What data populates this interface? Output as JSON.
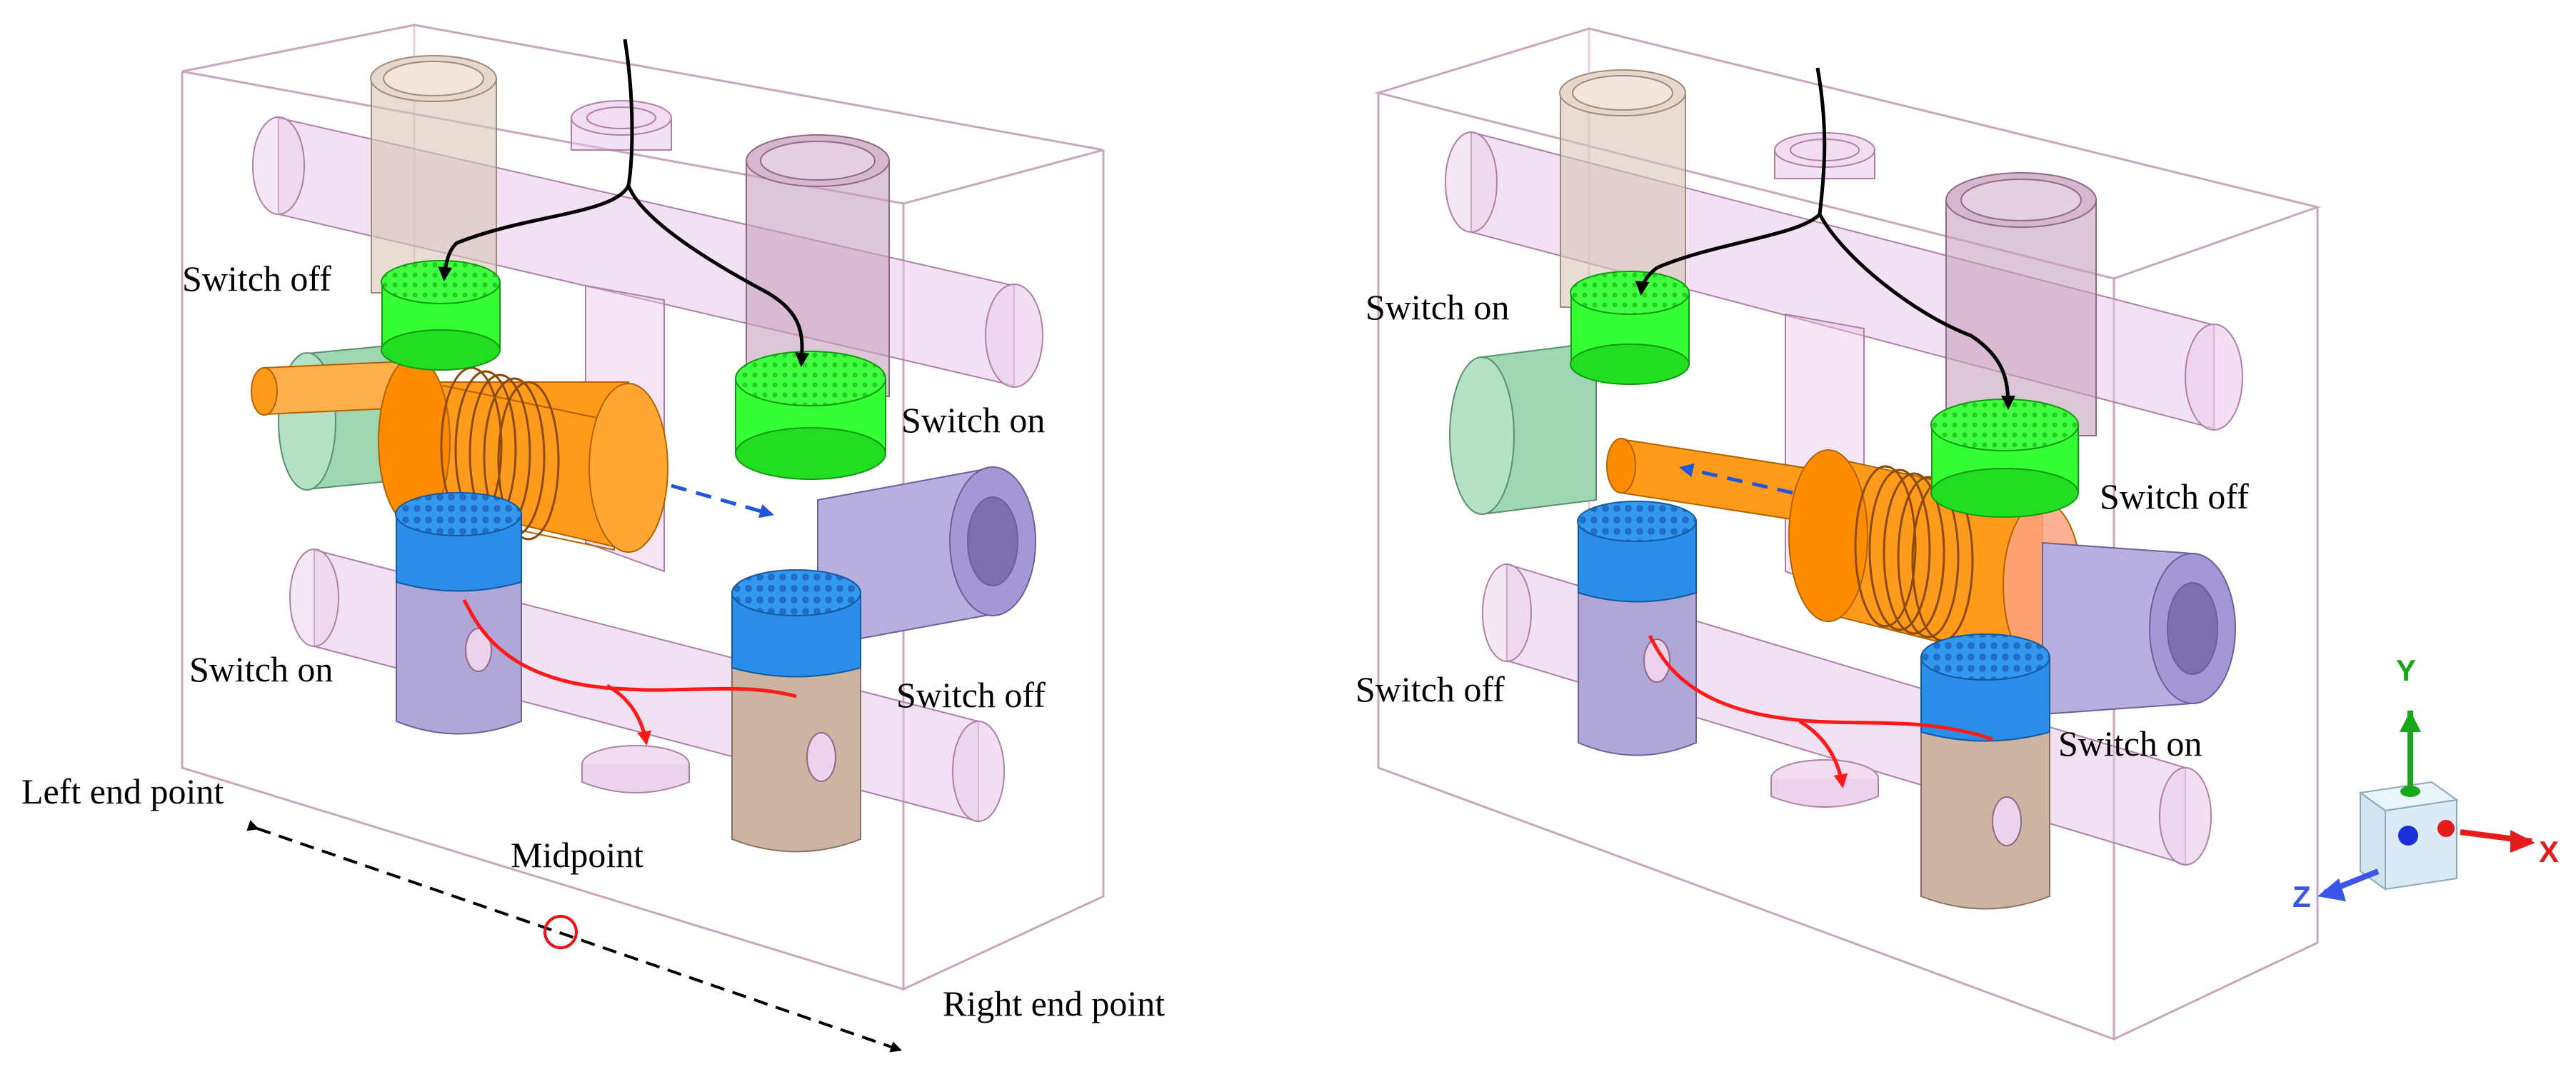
{
  "left_panel": {
    "labels": {
      "top_left": "Switch off",
      "top_right": "Switch on",
      "bottom_left": "Switch on",
      "bottom_right": "Switch off",
      "left_end": "Left end point",
      "midpoint": "Midpoint",
      "right_end": "Right end point"
    }
  },
  "right_panel": {
    "labels": {
      "top_left": "Switch on",
      "top_right": "Switch off",
      "bottom_left": "Switch off",
      "bottom_right": "Switch on"
    }
  },
  "axes": {
    "y": "Y",
    "x": "X",
    "z": "Z"
  },
  "colors": {
    "box": "#c8a6bd",
    "tube_pink": "#e8c6e9",
    "spool_orange": "#ff9a1a",
    "seat_green": "#33ff33",
    "seat_blue": "#2a8ee8",
    "sleeve_green": "#9fd6b4",
    "cyl_lavender": "#b9aee0",
    "cyl_tan": "#cdb3a2",
    "flow_black": "#000000",
    "flow_red": "#ff1a1a",
    "move_blue": "#2255dd"
  }
}
